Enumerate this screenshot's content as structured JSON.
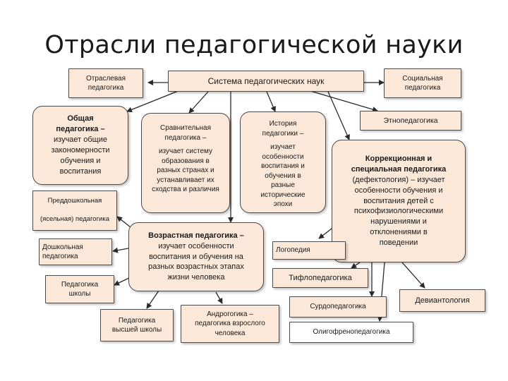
{
  "title": "Отрасли педагогической науки",
  "nodes": {
    "otraslevaya": "Отраслевая\nпедагогика",
    "sistema": "Система педагогических наук",
    "socialnaya": "Социальная\nпедагогика",
    "obshaya_head": "Общая\nпедагогика –",
    "obshaya_body": "изучает общие\nзакономерности\nобучения и\nвоспитания",
    "sravnitelnaya_head": "Сравнительная\nпедагогика –",
    "sravnitelnaya_body": "изучает систему\nобразования в\nразных странах и\nустанавливает их\nсходства и различия",
    "istoriya_head": "История\nпедагогики –",
    "istoriya_body": "изучает\nособенности\nвоспитания и\nобучения в\nразные\nисторические\nэпохи",
    "etno": "Этнопедагогика",
    "korr_head": "Коррекционная и\nспециальная педагогика",
    "korr_body": "(дефектология) – изучает\nособенности обучения и\nвоспитания детей с\nпсихофизиологическими\nнарушениями и\nотклонениями в\nповедении",
    "preddoshk": "Преддошкольная\n\n(ясельная) педагогика",
    "doshk": "Дошкольная\nпедагогика",
    "shkoly": "Педагогика\nшколы",
    "vozr_head": "Возрастная педагогика –",
    "vozr_body": "изучает особенности\nвоспитания и обучения на\nразных возрастных этапах\nжизни человека",
    "logopediya": "Логопедия",
    "tiflo": "Тифлопедагогика",
    "surdo": "Сурдопедагогика",
    "deviant": "Девиантология",
    "oligo": "Олигофренопедагогика",
    "vysshey": "Педагогика\nвысшей школы",
    "andro": "Андрогогика –\nпедагогика взрослого\nчеловека"
  },
  "colors": {
    "box_fill": "#fbe8d8",
    "box_stroke": "#4a4a4a",
    "edge": "#2a2a2a"
  }
}
